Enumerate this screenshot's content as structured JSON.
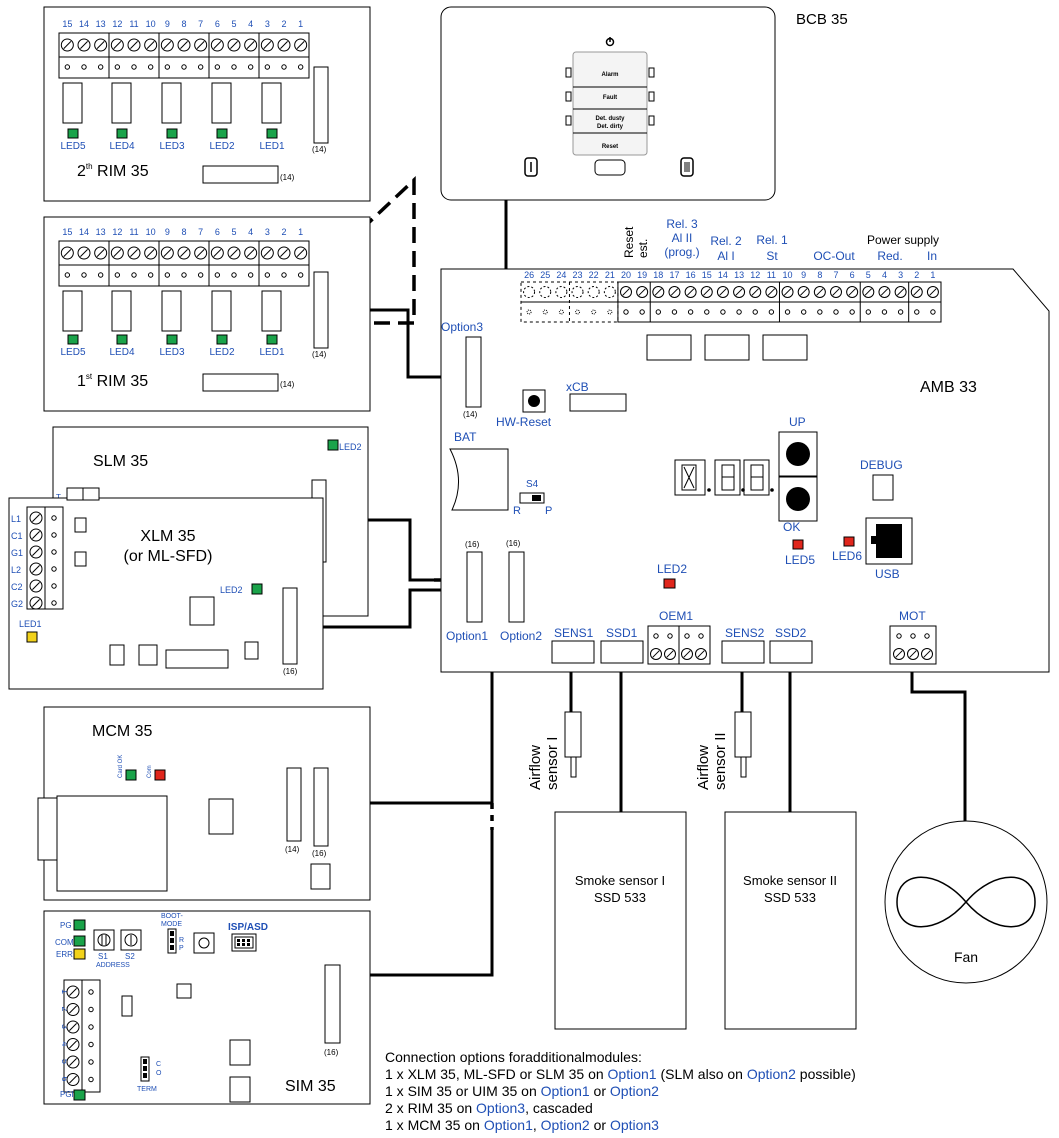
{
  "modules": {
    "bcb": {
      "title": "BCB 35",
      "buttons": [
        "Alarm",
        "Fault",
        "Det. dusty",
        "Det. dirty",
        "Reset"
      ]
    },
    "rim2": {
      "title_pre": "2",
      "title_sup": "th",
      "title_post": " RIM 35"
    },
    "rim1": {
      "title_pre": "1",
      "title_sup": "st",
      "title_post": " RIM 35"
    },
    "rim_terminals": [
      "15",
      "14",
      "13",
      "12",
      "11",
      "10",
      "9",
      "8",
      "7",
      "6",
      "5",
      "4",
      "3",
      "2",
      "1"
    ],
    "rim_leds": [
      "LED5",
      "LED4",
      "LED3",
      "LED2",
      "LED1"
    ],
    "rim_conn": "(14)",
    "slm": {
      "title": "SLM 35",
      "led": "LED2",
      "small": "T"
    },
    "xlm": {
      "title": "XLM 35",
      "subtitle": "(or ML-SFD)",
      "led2": "LED2",
      "led1": "LED1",
      "conn": "(16)",
      "terminals": [
        "L1",
        "C1",
        "G1",
        "L2",
        "C2",
        "G2"
      ]
    },
    "mcm": {
      "title": "MCM 35",
      "card_ok": "Card OK",
      "com": "Com",
      "conn14": "(14)",
      "conn16": "(16)"
    },
    "sim": {
      "title": "SIM 35",
      "pg": "PG",
      "com": "COM",
      "err": "ERR",
      "s1": "S1",
      "s2": "S2",
      "address": "ADDRESS",
      "boot": "BOOT-",
      "mode": "MODE",
      "r": "R",
      "p": "P",
      "isp": "ISP/ASD",
      "conn": "(16)",
      "term_c": "C",
      "term_o": "O",
      "term": "TERM",
      "pgi": "PGI",
      "terminals": [
        "1",
        "2",
        "3",
        "4",
        "5",
        "6"
      ]
    },
    "amb": {
      "title": "AMB 33",
      "top_labels": {
        "reset": "Reset",
        "est": "est.",
        "rel3a": "Rel. 3",
        "rel3b": "Al II",
        "rel3c": "(prog.)",
        "rel2a": "Rel. 2",
        "rel2b": "Al I",
        "rel1a": "Rel. 1",
        "rel1b": "St",
        "oc": "OC-Out",
        "ps": "Power supply",
        "red": "Red.",
        "in": "In"
      },
      "terminals": [
        "26",
        "25",
        "24",
        "23",
        "22",
        "21",
        "20",
        "19",
        "18",
        "17",
        "16",
        "15",
        "14",
        "13",
        "12",
        "11",
        "10",
        "9",
        "8",
        "7",
        "6",
        "5",
        "4",
        "3",
        "2",
        "1"
      ],
      "option3": "Option3",
      "option1": "Option1",
      "option2": "Option2",
      "conn14": "(14)",
      "conn16a": "(16)",
      "conn16b": "(16)",
      "xcb": "xCB",
      "hw_reset": "HW-Reset",
      "bat": "BAT",
      "s4": "S4",
      "r": "R",
      "p": "P",
      "up": "UP",
      "ok": "OK",
      "debug": "DEBUG",
      "usb": "USB",
      "led2": "LED2",
      "led5": "LED5",
      "led6": "LED6",
      "sens1": "SENS1",
      "ssd1": "SSD1",
      "oem1": "OEM1",
      "sens2": "SENS2",
      "ssd2": "SSD2",
      "mot": "MOT"
    },
    "airflow1": {
      "line1": "Airflow",
      "line2": "sensor I"
    },
    "airflow2": {
      "line1": "Airflow",
      "line2": "sensor II"
    },
    "smoke1": {
      "line1": "Smoke sensor I",
      "line2": "SSD 533"
    },
    "smoke2": {
      "line1": "Smoke sensor II",
      "line2": "SSD 533"
    },
    "fan": "Fan"
  },
  "notes": {
    "heading": "Connection options foradditionalmodules:",
    "l1a": "1 x XLM 35, ML-SFD or SLM 35 on ",
    "l1b": "Option1",
    "l1c": " (SLM also on ",
    "l1d": "Option2",
    "l1e": " possible)",
    "l2a": "1 x SIM 35 or UIM 35 on ",
    "l2b": "Option1",
    "l2c": " or ",
    "l2d": "Option2",
    "l3a": "2 x RIM 35 on ",
    "l3b": "Option3",
    "l3c": ", cascaded",
    "l4a": "1 x MCM 35 on ",
    "l4b": "Option1",
    "l4c": ", ",
    "l4d": "Option2",
    "l4e": " or ",
    "l4f": "Option3"
  },
  "colors": {
    "label_blue": "#1f4fb5",
    "led_green": "#1aa34a",
    "led_red": "#e0261c",
    "led_yellow": "#f2d21b"
  }
}
